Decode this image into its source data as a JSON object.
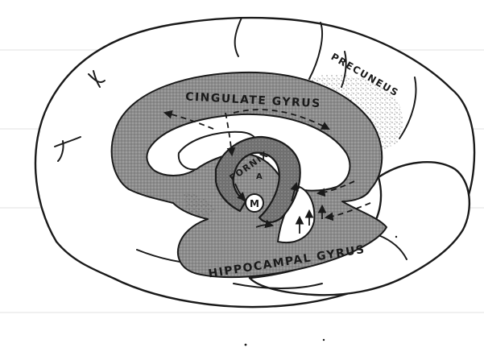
{
  "labels": {
    "cingulate": "CINGULATE GYRUS",
    "precuneus": "PRECUNEUS",
    "fornix": "FORNIX",
    "m": "M",
    "a": "A",
    "hippocampal": "HIPPOCAMPAL GYRUS"
  },
  "colors": {
    "ink": "#1a1a1a",
    "stipple": "#8c8c8c",
    "paper": "#ffffff"
  }
}
